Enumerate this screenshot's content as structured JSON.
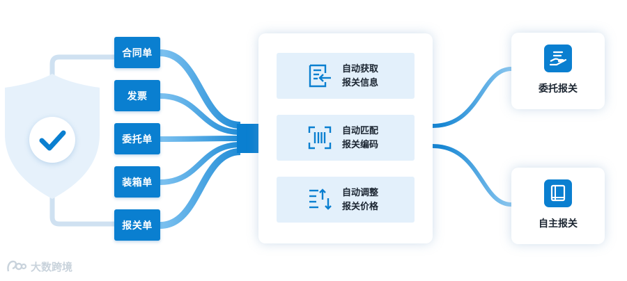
{
  "documents": [
    "合同单",
    "发票",
    "委托单",
    "装箱单",
    "报关单"
  ],
  "steps": [
    {
      "line1": "自动获取",
      "line2": "报关信息",
      "icon": "document-import-icon"
    },
    {
      "line1": "自动匹配",
      "line2": "报关编码",
      "icon": "barcode-scan-icon"
    },
    {
      "line1": "自动调整",
      "line2": "报关价格",
      "icon": "adjust-list-icon"
    }
  ],
  "outputs": [
    {
      "label": "委托报关",
      "icon": "hand-delegate-icon"
    },
    {
      "label": "自主报关",
      "icon": "book-icon"
    }
  ],
  "watermark": "大数跨境",
  "colors": {
    "primary": "#0a7fd0",
    "step_bg": "#e3f0fb",
    "shield": "#e6f1fb",
    "link_line": "#cfe1f1"
  }
}
